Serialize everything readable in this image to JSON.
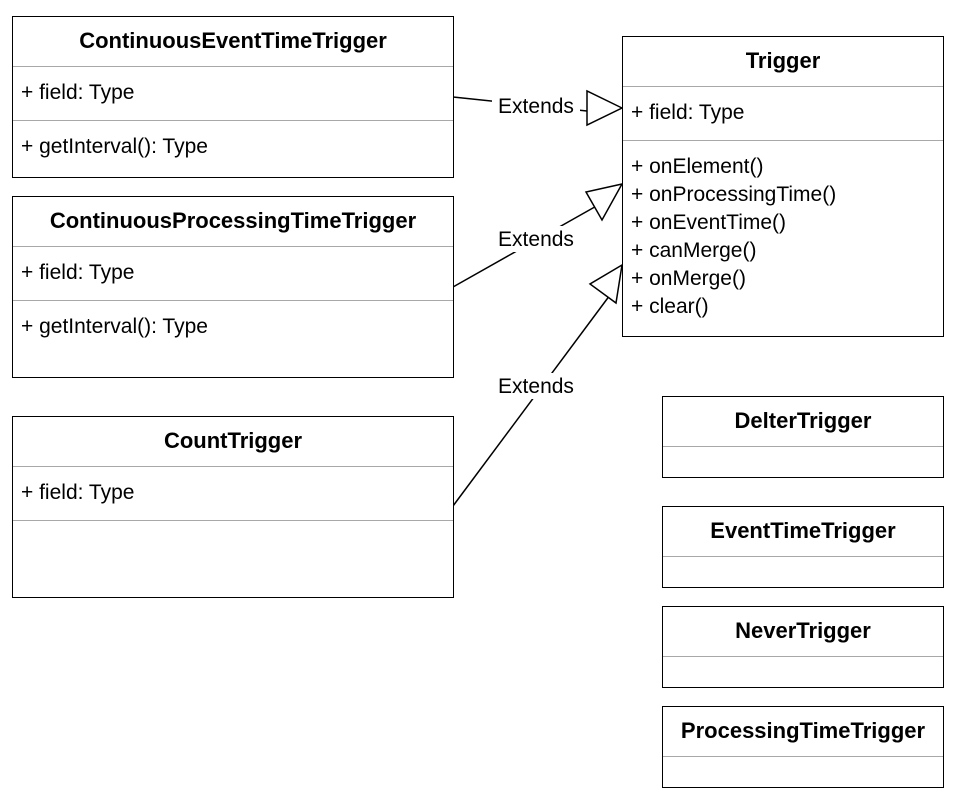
{
  "classes": {
    "continuous_event_time_trigger": {
      "name": "ContinuousEventTimeTrigger",
      "attributes": [
        "+ field: Type"
      ],
      "methods": [
        "+ getInterval(): Type"
      ]
    },
    "continuous_processing_time_trigger": {
      "name": "ContinuousProcessingTimeTrigger",
      "attributes": [
        "+ field: Type"
      ],
      "methods": [
        "+ getInterval(): Type"
      ]
    },
    "count_trigger": {
      "name": "CountTrigger",
      "attributes": [
        "+ field: Type"
      ],
      "methods": []
    },
    "trigger": {
      "name": "Trigger",
      "attributes": [
        "+ field: Type"
      ],
      "methods": [
        "+ onElement()",
        "+ onProcessingTime()",
        "+ onEventTime()",
        "+ canMerge()",
        "+ onMerge()",
        "+ clear()"
      ]
    },
    "delter_trigger": {
      "name": "DelterTrigger"
    },
    "event_time_trigger": {
      "name": "EventTimeTrigger"
    },
    "never_trigger": {
      "name": "NeverTrigger"
    },
    "processing_time_trigger": {
      "name": "ProcessingTimeTrigger"
    }
  },
  "relations": {
    "event_extends": "Extends",
    "processing_extends": "Extends",
    "count_extends": "Extends"
  }
}
